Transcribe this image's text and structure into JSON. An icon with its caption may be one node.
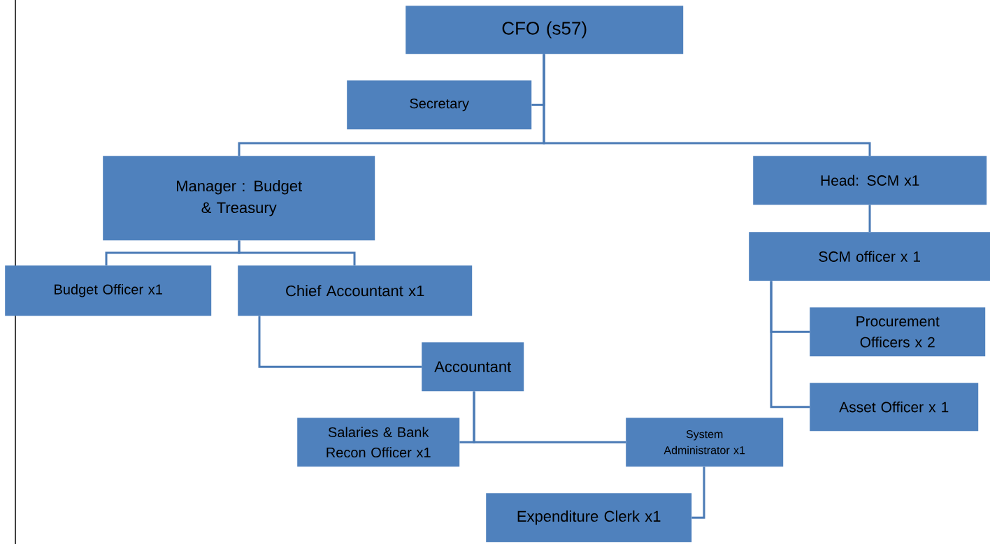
{
  "diagram": {
    "nodes": [
      {
        "text": [
          "CFO (s57)"
        ]
      },
      {
        "text": [
          "Secretary"
        ]
      },
      {
        "text": [
          "Manager : Budget & Treasury"
        ]
      },
      {
        "text": [
          "Head: SCM x1"
        ]
      },
      {
        "text": [
          "Budget Officer x1"
        ]
      },
      {
        "text": [
          "Chief Accountant x1"
        ]
      },
      {
        "text": [
          "SCM officer x 1"
        ]
      },
      {
        "text": [
          "Procurement Officers x 2"
        ]
      },
      {
        "text": [
          "Accountant"
        ]
      },
      {
        "text": [
          "Asset Officer x 1"
        ]
      },
      {
        "text": [
          "Salaries & Bank Recon Officer x1"
        ]
      },
      {
        "text": [
          "System Administrator x1"
        ]
      },
      {
        "text": [
          "Expenditure Clerk x1"
        ]
      }
    ],
    "edges": [
      {
        "from": 0,
        "to": 1,
        "arrow": "none"
      },
      {
        "from": 0,
        "to": 2,
        "arrow": "none"
      },
      {
        "from": 0,
        "to": 3,
        "arrow": "none"
      },
      {
        "from": 2,
        "to": 4,
        "arrow": "none"
      },
      {
        "from": 2,
        "to": 5,
        "arrow": "none"
      },
      {
        "from": 3,
        "to": 6,
        "arrow": "none"
      },
      {
        "from": 6,
        "to": 7,
        "arrow": "none"
      },
      {
        "from": 6,
        "to": 9,
        "arrow": "none"
      },
      {
        "from": 5,
        "to": 8,
        "arrow": "none"
      },
      {
        "from": 8,
        "to": 10,
        "arrow": "none"
      },
      {
        "from": 8,
        "to": 11,
        "arrow": "none"
      },
      {
        "from": 11,
        "to": 12,
        "arrow": "none"
      }
    ]
  }
}
